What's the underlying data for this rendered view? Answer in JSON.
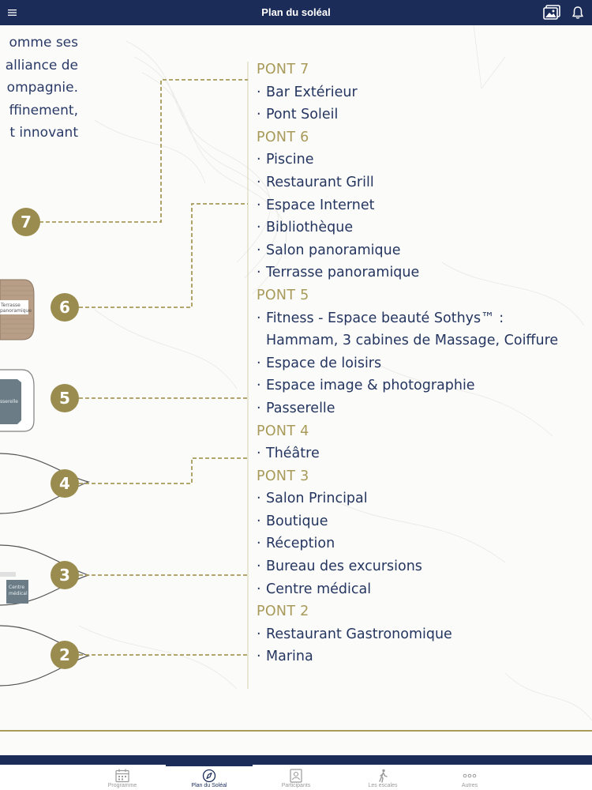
{
  "header": {
    "title": "Plan du soléal",
    "icons": [
      "menu-icon",
      "gallery-icon",
      "bell-icon"
    ]
  },
  "intro": {
    "lines": [
      "omme ses",
      "alliance de",
      "ompagnie.",
      "ffinement,",
      "t innovant"
    ]
  },
  "deck_plan": {
    "badges": [
      "7",
      "6",
      "5",
      "4",
      "3",
      "2"
    ],
    "labels": {
      "terrasse": [
        "Terrasse",
        "panoramique"
      ],
      "passerelle": "sserelle",
      "centre": [
        "Centre",
        "médical"
      ]
    }
  },
  "decks": [
    {
      "title": "PONT 7",
      "items": [
        "Bar Extérieur",
        "Pont Soleil"
      ]
    },
    {
      "title": "PONT 6",
      "items": [
        "Piscine",
        "Restaurant Grill",
        "Espace Internet",
        "Bibliothèque",
        "Salon panoramique",
        "Terrasse panoramique"
      ]
    },
    {
      "title": "PONT 5",
      "items": [
        "Fitness - Espace beauté Sothys™ :",
        "Hammam, 3 cabines de Massage, Coiffure",
        "Espace de loisirs",
        "Espace image & photographie",
        "Passerelle"
      ]
    },
    {
      "title": "PONT 4",
      "items": [
        "Théâtre"
      ]
    },
    {
      "title": "PONT 3",
      "items": [
        "Salon Principal",
        "Boutique",
        "Réception",
        "Bureau des excursions",
        "Centre médical"
      ]
    },
    {
      "title": "PONT 2",
      "items": [
        "Restaurant Gastronomique",
        "Marina"
      ]
    }
  ],
  "tabs": [
    {
      "label": "Programme",
      "icon": "calendar-icon"
    },
    {
      "label": "Plan du Soléal",
      "icon": "compass-icon"
    },
    {
      "label": "Participants",
      "icon": "contact-card-icon"
    },
    {
      "label": "Les escales",
      "icon": "walking-person-icon"
    },
    {
      "label": "Autres",
      "icon": "more-dots-icon"
    }
  ],
  "active_tab": 1,
  "colors": {
    "navy": "#1b2c59",
    "gold": "#a89a58",
    "badge": "#9a8c4e",
    "text": "#24355f"
  }
}
